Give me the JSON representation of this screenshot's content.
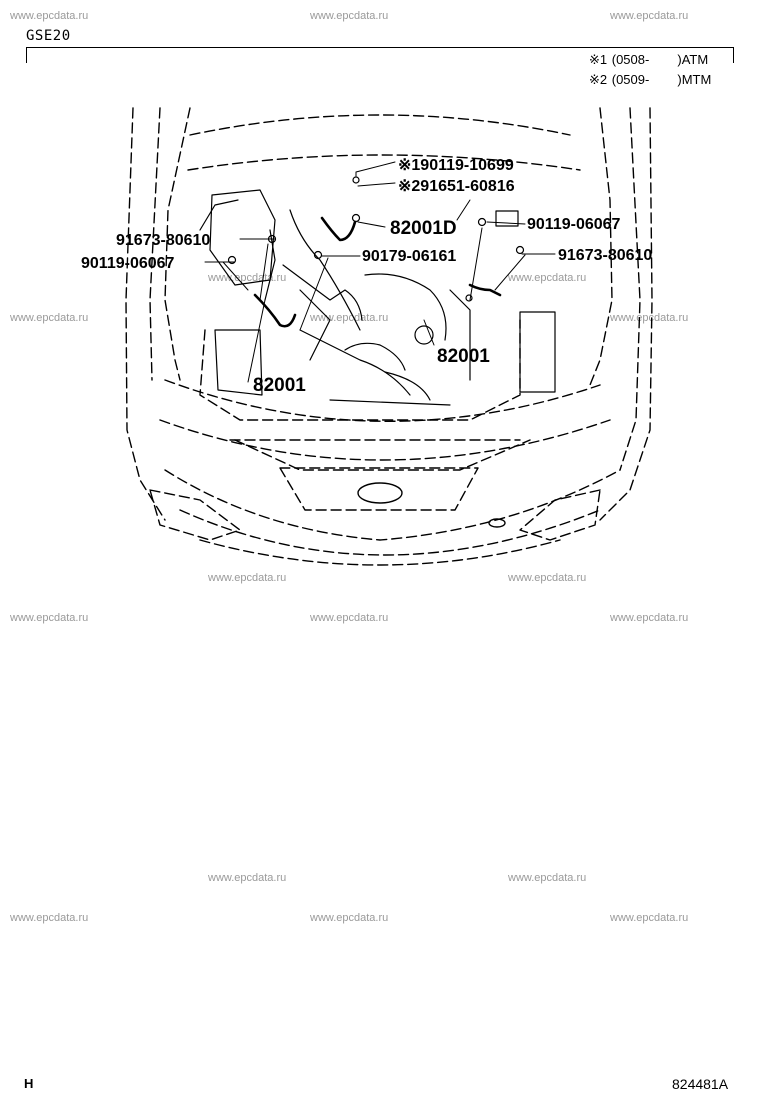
{
  "header": {
    "model": "GSE20",
    "notes": [
      {
        "mark": "※1",
        "code": "(0508-",
        "suffix": ")ATM"
      },
      {
        "mark": "※2",
        "code": "(0509-",
        "suffix": ")MTM"
      }
    ]
  },
  "watermark": "www.epcdata.ru",
  "callouts": {
    "c1": "※190119-10699",
    "c2": "※291651-60816",
    "c3": "82001D",
    "c4": "90119-06067",
    "c5": "91673-80610",
    "c6": "90119-06067",
    "c7": "90179-06161",
    "c8": "91673-80610",
    "c9": "82001",
    "c10": "82001"
  },
  "footer": {
    "section_letter": "H",
    "figure_id": "824481A"
  }
}
